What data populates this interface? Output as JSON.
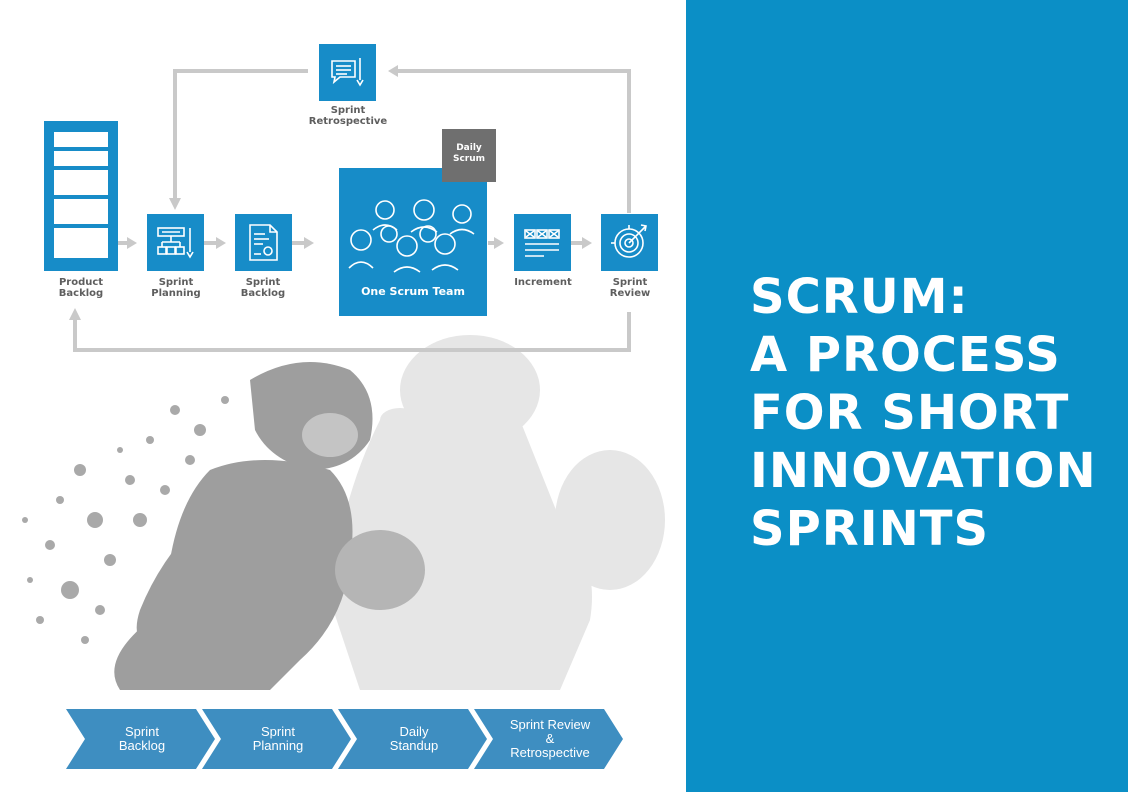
{
  "headline": {
    "lines": [
      "SCRUM:",
      "A PROCESS",
      "FOR SHORT",
      "INNOVATION",
      "SPRINTS"
    ]
  },
  "diagram": {
    "product_backlog": [
      "Product",
      "Backlog"
    ],
    "sprint_planning": [
      "Sprint",
      "Planning"
    ],
    "sprint_backlog": [
      "Sprint",
      "Backlog"
    ],
    "team": "One Scrum Team",
    "daily_scrum": [
      "Daily",
      "Scrum"
    ],
    "increment": "Increment",
    "sprint_review": [
      "Sprint",
      "Review"
    ],
    "sprint_retrospective": [
      "Sprint",
      "Retrospective"
    ]
  },
  "chevrons": [
    {
      "lines": [
        "Sprint",
        "Backlog"
      ]
    },
    {
      "lines": [
        "Sprint",
        "Planning"
      ]
    },
    {
      "lines": [
        "Daily",
        "Standup"
      ]
    },
    {
      "lines": [
        "Sprint Review",
        "&",
        "Retrospective"
      ]
    }
  ],
  "colors": {
    "accent_blue": "#0b8fc6",
    "box_blue": "#178cc8",
    "chevron_blue": "#3e8ec1",
    "daily_gray": "#6f6f6f",
    "arrow_gray": "#c9c9c9"
  },
  "icons": {
    "product_backlog": "list-board-icon",
    "sprint_planning": "planning-chart-icon",
    "sprint_backlog": "document-gear-icon",
    "sprint_retrospective": "speech-bubbles-icon",
    "increment": "progress-grid-icon",
    "sprint_review": "target-icon",
    "team": "people-group-icon"
  }
}
